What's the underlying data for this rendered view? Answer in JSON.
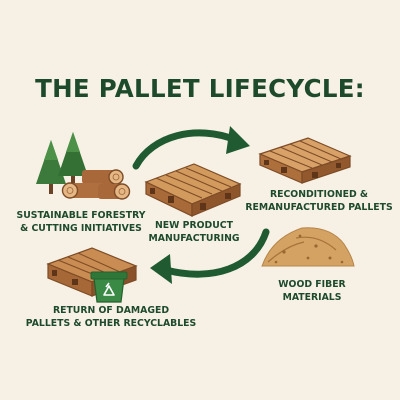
{
  "title": "THE PALLET LIFECYCLE:",
  "colors": {
    "background": "#f6f1e4",
    "text": "#1e4a2c",
    "arrow": "#1f5a30",
    "wood": "#c4884f",
    "wood_dark": "#7d4b26",
    "tree": "#3c7a3b",
    "bin": "#3a8a45"
  },
  "stages": {
    "forestry": {
      "line1": "SUSTAINABLE FORESTRY",
      "line2": "& CUTTING INITIATIVES",
      "icon": "trees-and-logs-icon"
    },
    "manufacturing": {
      "line1": "NEW PRODUCT",
      "line2": "MANUFACTURING",
      "icon": "new-pallet-icon"
    },
    "reconditioned": {
      "line1": "RECONDITIONED &",
      "line2": "REMANUFACTURED PALLETS",
      "icon": "reconditioned-pallet-icon"
    },
    "wood_fiber": {
      "line1": "WOOD FIBER",
      "line2": "MATERIALS",
      "icon": "wood-chips-pile-icon"
    },
    "return": {
      "line1": "RETURN OF DAMAGED",
      "line2": "PALLETS & OTHER RECYCLABLES",
      "icon": "damaged-pallet-recycle-bin-icon"
    }
  },
  "cycle_arrows": [
    "cycle-arrow-top-icon",
    "cycle-arrow-bottom-icon"
  ]
}
